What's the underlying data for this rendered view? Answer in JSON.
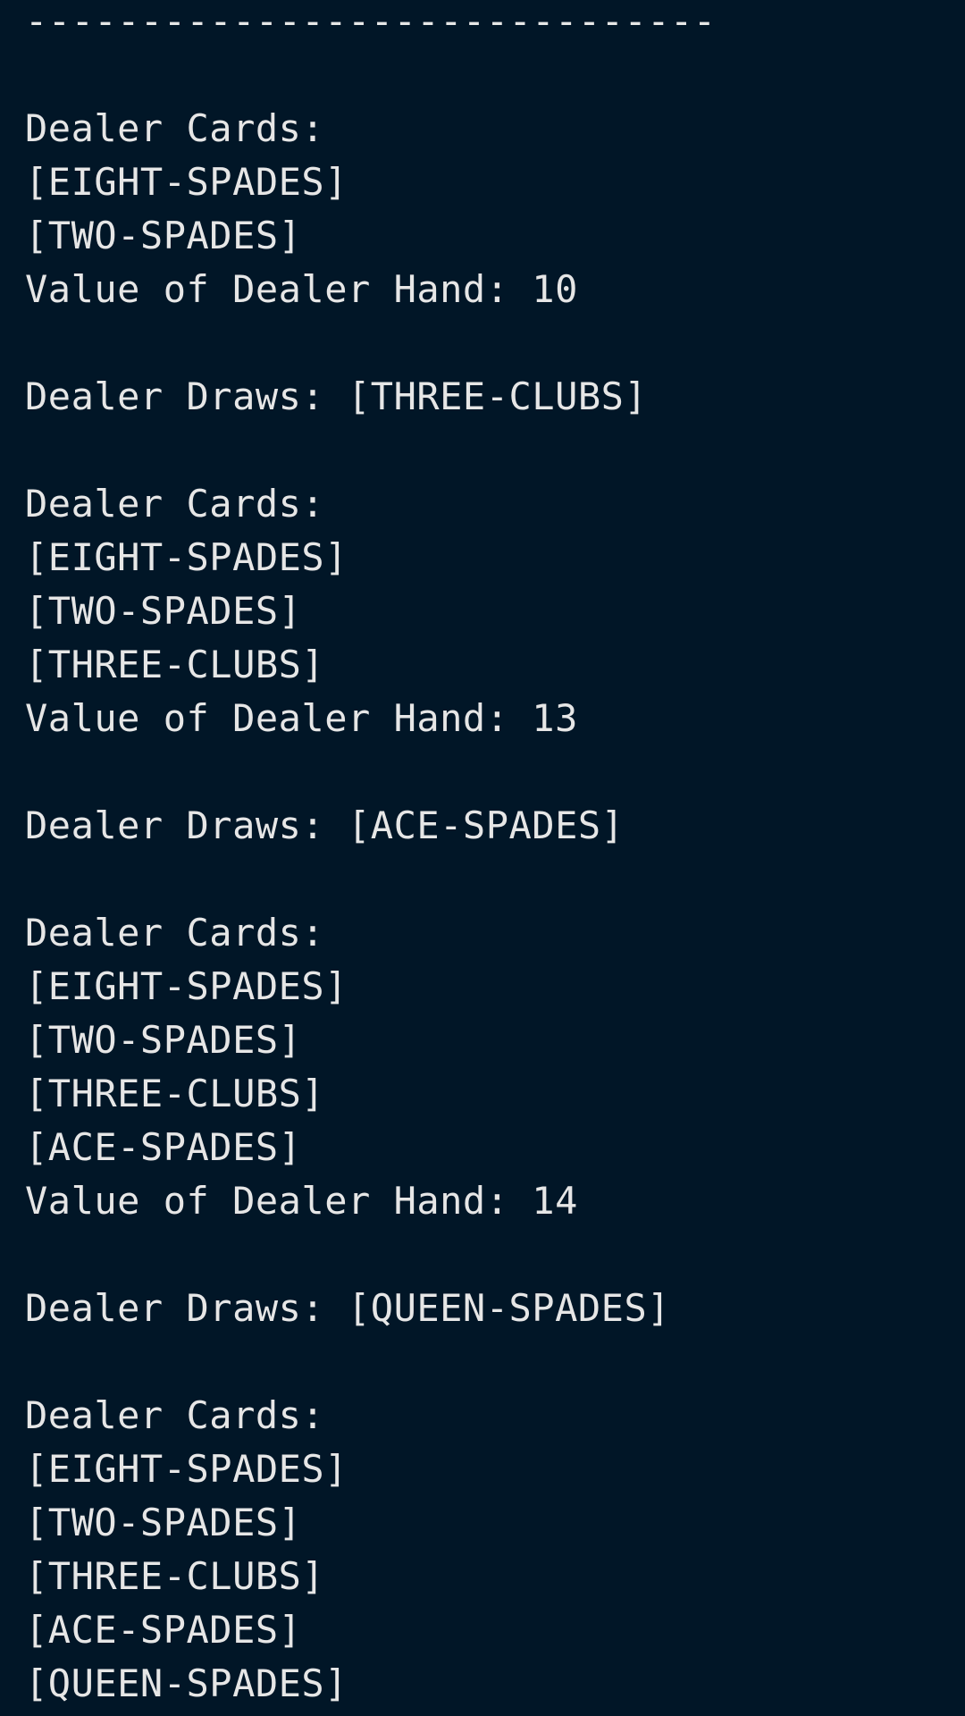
{
  "terminal": {
    "background": "#011627",
    "foreground": "#e6e6e6",
    "lines": [
      "------------------------------",
      "",
      "Dealer Cards:",
      "[EIGHT-SPADES]",
      "[TWO-SPADES]",
      "Value of Dealer Hand: 10",
      "",
      "Dealer Draws: [THREE-CLUBS]",
      "",
      "Dealer Cards:",
      "[EIGHT-SPADES]",
      "[TWO-SPADES]",
      "[THREE-CLUBS]",
      "Value of Dealer Hand: 13",
      "",
      "Dealer Draws: [ACE-SPADES]",
      "",
      "Dealer Cards:",
      "[EIGHT-SPADES]",
      "[TWO-SPADES]",
      "[THREE-CLUBS]",
      "[ACE-SPADES]",
      "Value of Dealer Hand: 14",
      "",
      "Dealer Draws: [QUEEN-SPADES]",
      "",
      "Dealer Cards:",
      "[EIGHT-SPADES]",
      "[TWO-SPADES]",
      "[THREE-CLUBS]",
      "[ACE-SPADES]",
      "[QUEEN-SPADES]"
    ]
  }
}
